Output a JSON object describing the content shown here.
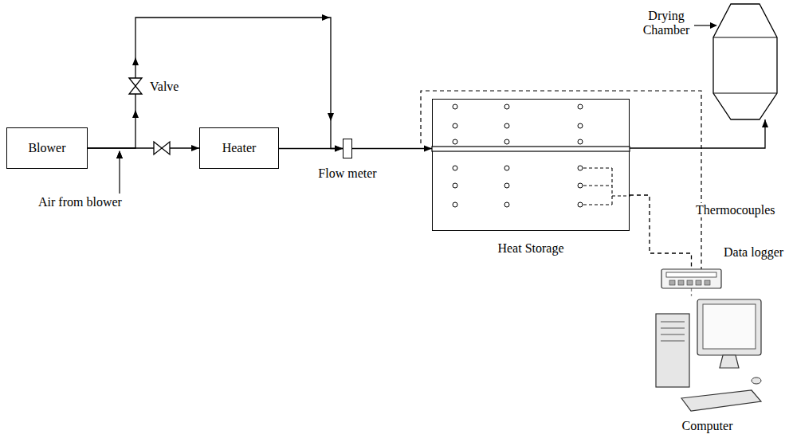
{
  "diagram": {
    "nodes": [
      {
        "text": [
          "Blower"
        ]
      },
      {
        "text": [
          "Heater"
        ]
      },
      {
        "text": [
          "Flow meter"
        ]
      },
      {
        "text": [
          "Heat Storage"
        ]
      },
      {
        "text": [
          "Drying Chamber"
        ]
      },
      {
        "text": [
          "Data logger"
        ]
      },
      {
        "text": [
          "Computer"
        ]
      }
    ],
    "edges": [
      {
        "from": 0,
        "to": 1,
        "arrow": "to"
      },
      {
        "from": 0,
        "to": 2,
        "arrow": "to"
      },
      {
        "from": 1,
        "to": 2,
        "arrow": "to"
      },
      {
        "from": 2,
        "to": 3,
        "arrow": "to"
      },
      {
        "from": 3,
        "to": 4,
        "arrow": "to"
      },
      {
        "from": 3,
        "to": 5,
        "arrow": "none"
      },
      {
        "from": 5,
        "to": 6,
        "arrow": "none"
      }
    ],
    "labels": [
      "Valve",
      "Air from blower",
      "Thermocouples"
    ]
  }
}
